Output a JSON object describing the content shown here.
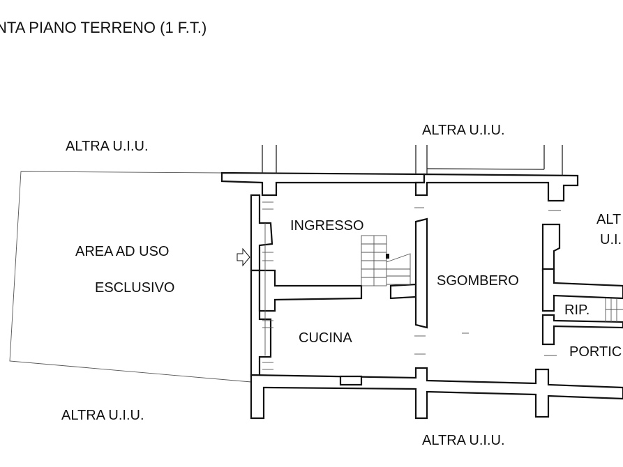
{
  "title": "NTA PIANO TERRENO (1 F.T.)",
  "labels": {
    "altra_top_left": "ALTRA U.I.U.",
    "altra_top_center": "ALTRA U.I.U.",
    "altra_right_line1": "ALT",
    "altra_right_line2": "U.I.",
    "altra_bottom_left": "ALTRA U.I.U.",
    "altra_bottom_center": "ALTRA U.I.U.",
    "area_line1": "AREA AD USO",
    "area_line2": "ESCLUSIVO",
    "ingresso": "INGRESSO",
    "cucina": "CUCINA",
    "sgombero": "SGOMBERO",
    "ripostiglio": "RIP.",
    "portico": "PORTIC"
  },
  "colors": {
    "ink": "#111111",
    "background": "#ffffff"
  },
  "icons": {
    "entrance_arrow": "entrance-arrow-icon",
    "staircase": "staircase-icon"
  }
}
